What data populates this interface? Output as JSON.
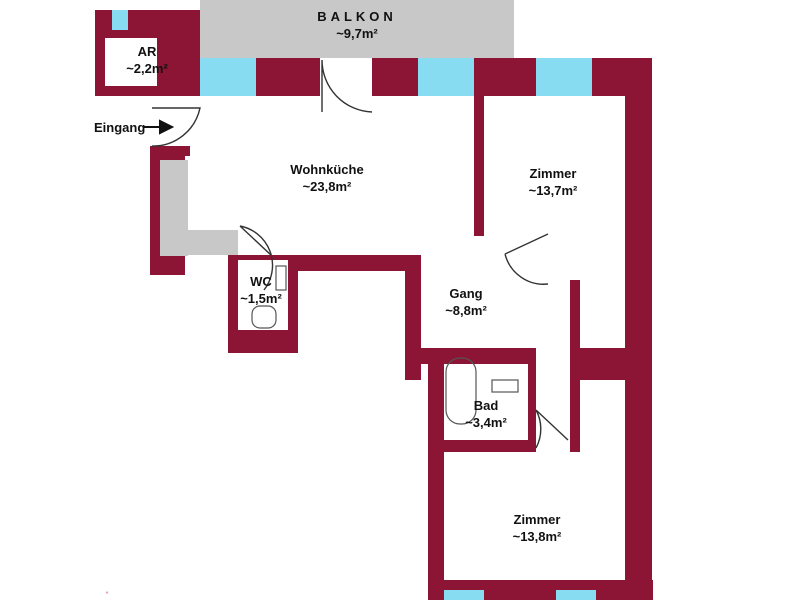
{
  "colors": {
    "wall": "#8c1434",
    "window": "#87dcf2",
    "balcony": "#c8c8c8",
    "background": "#ffffff",
    "stroke": "#333333"
  },
  "rooms": {
    "balkon": {
      "name": "BALKON",
      "area": "~9,7m²"
    },
    "ar": {
      "name": "AR",
      "area": "~2,2m²"
    },
    "wohnkueche": {
      "name": "Wohnküche",
      "area": "~23,8m²"
    },
    "zimmer1": {
      "name": "Zimmer",
      "area": "~13,7m²"
    },
    "wc": {
      "name": "WC",
      "area": "~1,5m²"
    },
    "gang": {
      "name": "Gang",
      "area": "~8,8m²"
    },
    "bad": {
      "name": "Bad",
      "area": "~3,4m²"
    },
    "zimmer2": {
      "name": "Zimmer",
      "area": "~13,8m²"
    }
  },
  "entrance": {
    "label": "Eingang"
  }
}
